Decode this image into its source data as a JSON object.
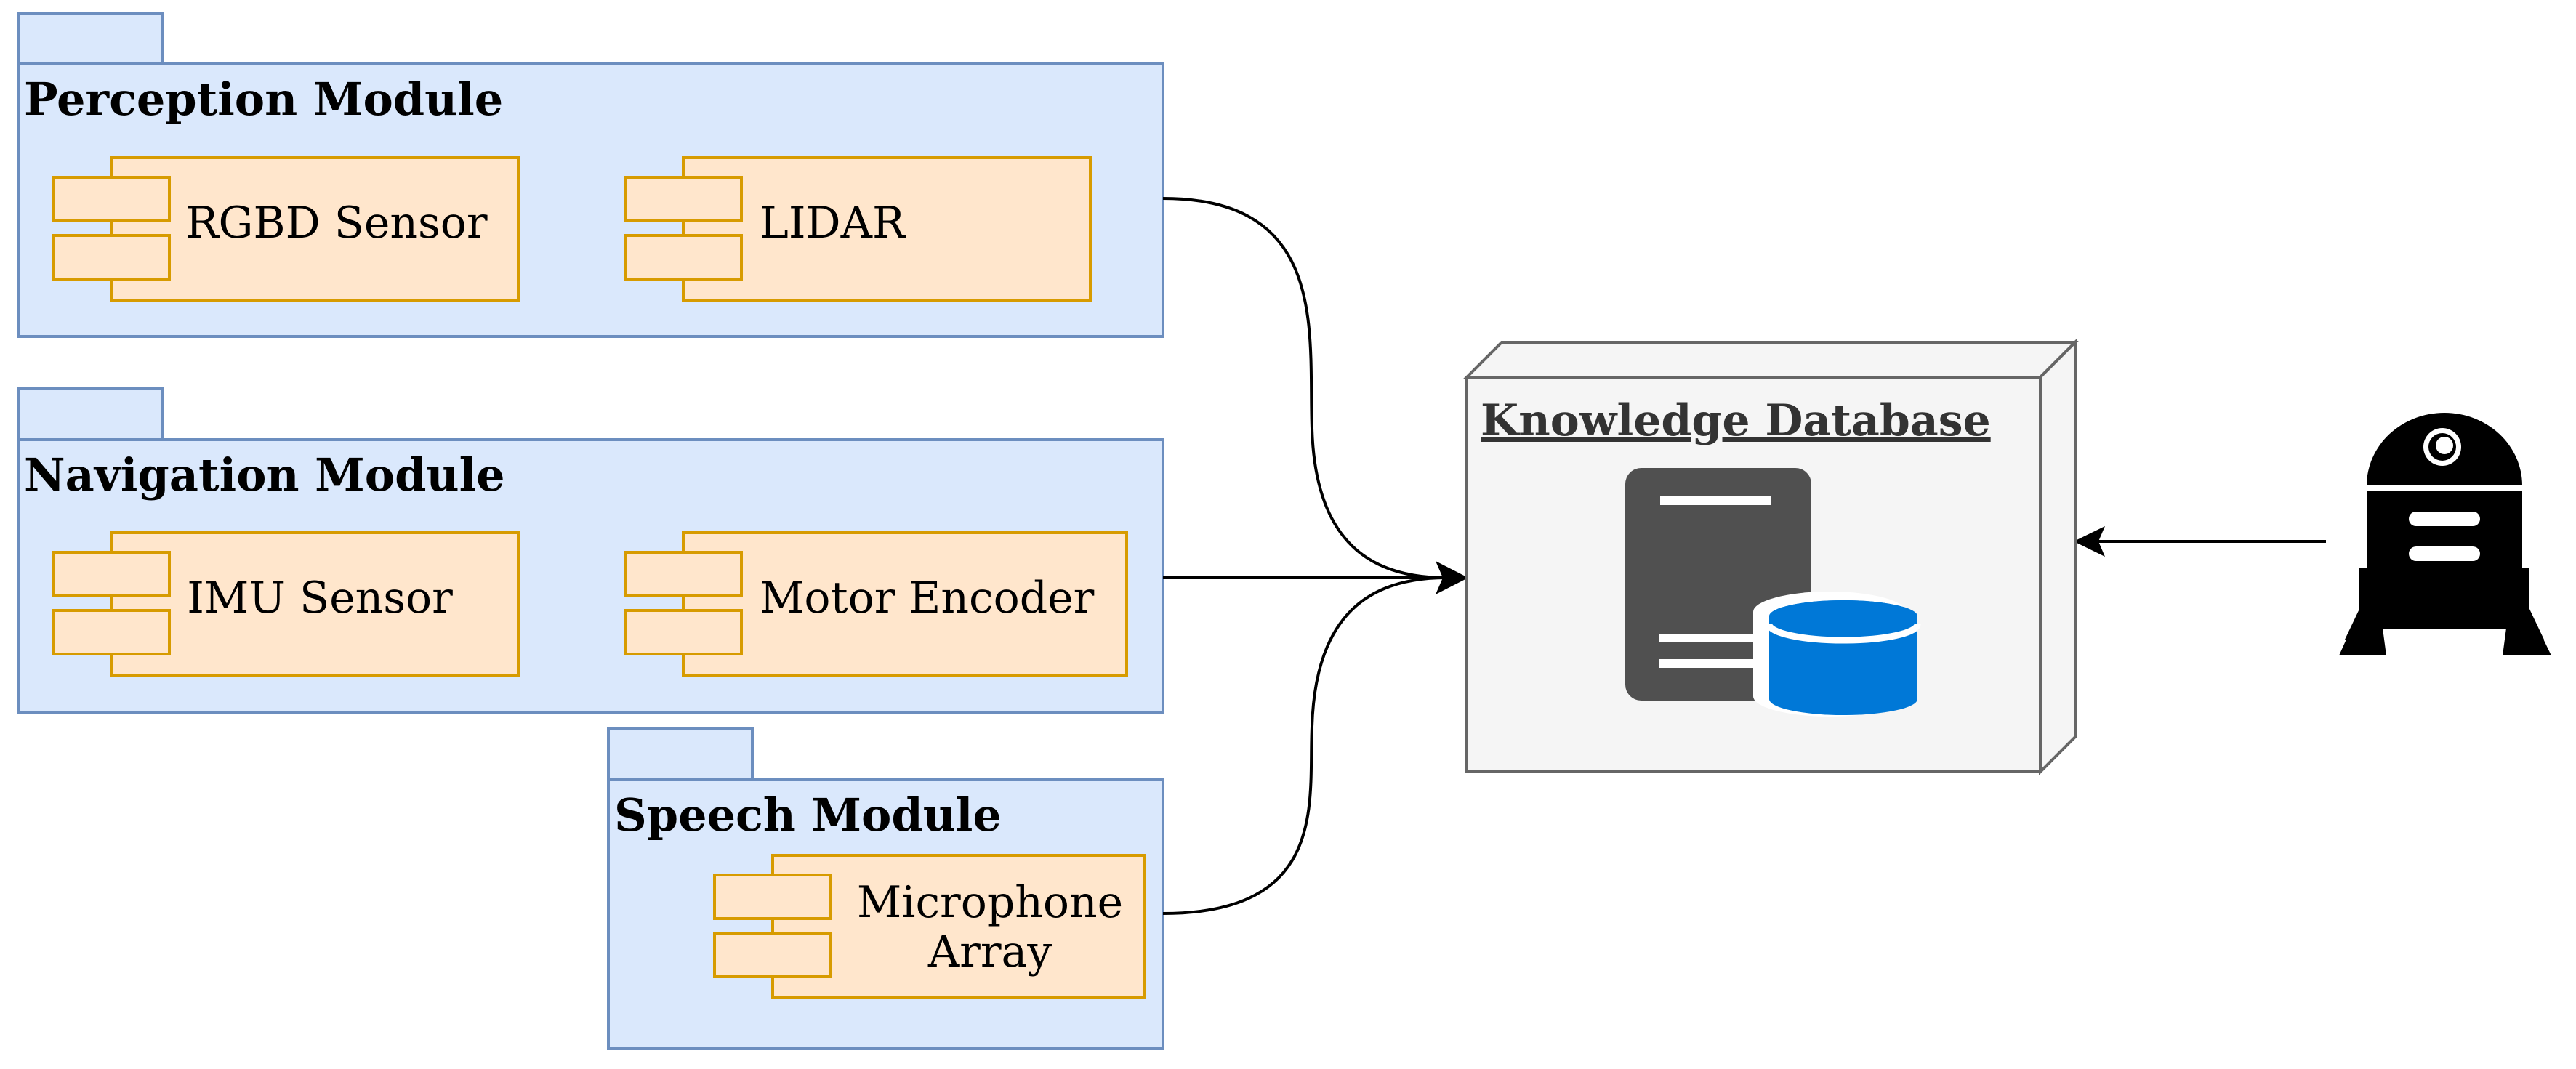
{
  "packages": {
    "perception": {
      "title": "Perception Module",
      "components": {
        "rgbd": "RGBD Sensor",
        "lidar": "LIDAR"
      }
    },
    "navigation": {
      "title": "Navigation Module",
      "components": {
        "imu": "IMU Sensor",
        "motor": "Motor Encoder"
      }
    },
    "speech": {
      "title": "Speech Module",
      "components": {
        "microphone_line1": "Microphone",
        "microphone_line2": "Array"
      }
    }
  },
  "database_node": {
    "title": "Knowledge Database",
    "icon": "server-database-icon"
  },
  "actor": {
    "icon": "robot-icon"
  },
  "colors": {
    "package_fill": "#dae8fc",
    "package_stroke": "#6c8ebf",
    "component_fill": "#ffe6cc",
    "component_stroke": "#d79b00",
    "node_fill": "#f5f5f5",
    "node_stroke": "#666666",
    "server_gray": "#505050",
    "database_blue": "#0078d7"
  }
}
